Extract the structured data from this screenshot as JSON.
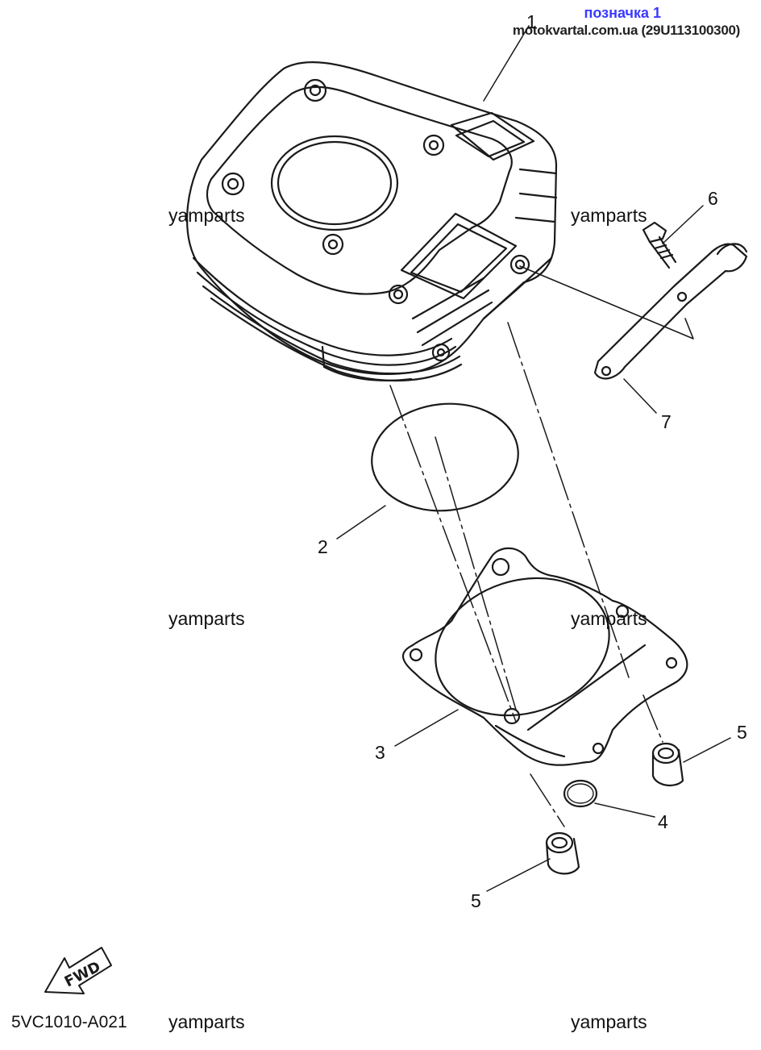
{
  "header": {
    "mark_title": "позначка 1",
    "site_ref": "motokvartal.com.ua (29U113100300)"
  },
  "watermark": "yamparts",
  "diagram_code": "5VC1010-A021",
  "fwd_label": "FWD",
  "callouts": [
    "1",
    "2",
    "3",
    "4",
    "5",
    "5",
    "6",
    "7"
  ],
  "colors": {
    "line": "#1a1a1a",
    "mark": "#3a3aff"
  }
}
